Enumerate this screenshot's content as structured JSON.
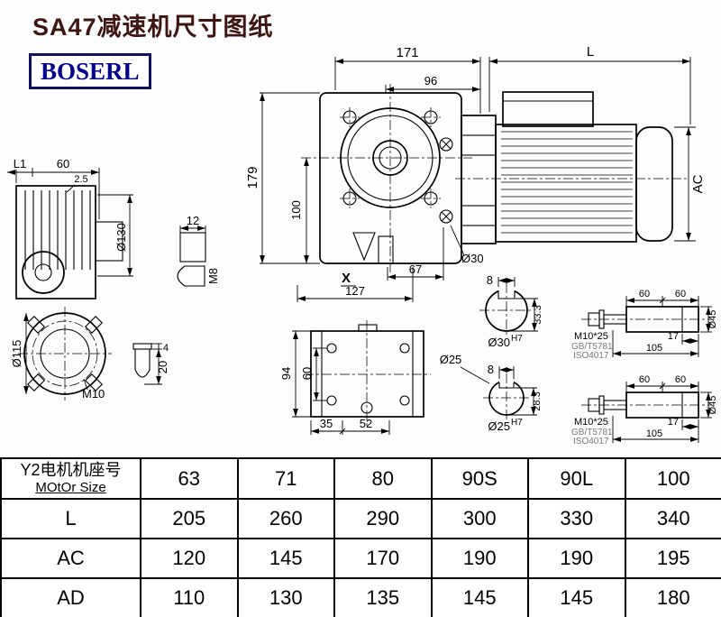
{
  "header": {
    "title": "SA47减速机尺寸图纸",
    "logo": "BOSERL"
  },
  "side_view": {
    "l1": "L1",
    "d60": "60",
    "d25": "2.5",
    "d130": "Ø130"
  },
  "key_view": {
    "d12": "12",
    "m8": "M8"
  },
  "flange_view": {
    "d115": "Ø115",
    "m10": "M10"
  },
  "nipple_view": {
    "d4": "4",
    "d20": "20"
  },
  "front_view": {
    "d171": "171",
    "d96": "96",
    "d179": "179",
    "d100": "100",
    "d67": "67",
    "d127": "127",
    "x_label": "X",
    "d30": "Ø30"
  },
  "motor_view": {
    "l": "L",
    "ac": "AC"
  },
  "bottom_view": {
    "d94": "94",
    "d60": "60",
    "d35": "35",
    "d52": "52"
  },
  "section30": {
    "d8": "8",
    "d333": "33.3",
    "fit": "Ø30",
    "fit_sup": "H7"
  },
  "section25": {
    "d25": "Ø25",
    "d8": "8",
    "d283": "28.3",
    "fit": "Ø25",
    "fit_sup": "H7"
  },
  "shaft_end_1": {
    "d60a": "60",
    "d60b": "60",
    "d17": "17",
    "d105": "105",
    "d45": "Ø45",
    "bolt": "M10*25",
    "std_gb": "GB/T5781",
    "std_iso": "ISO4017"
  },
  "shaft_end_2": {
    "d60a": "60",
    "d60b": "60",
    "d17": "17",
    "d105": "105",
    "d45": "Ø45",
    "bolt": "M10*25",
    "std_gb": "GB/T5781",
    "std_iso": "ISO4017"
  },
  "table": {
    "motor_label_cn": "Y2电机机座号",
    "motor_label_en": "MOtOr Size",
    "sizes": [
      "63",
      "71",
      "80",
      "90S",
      "90L",
      "100"
    ],
    "rows": [
      {
        "label": "L",
        "values": [
          "205",
          "260",
          "290",
          "300",
          "330",
          "340"
        ]
      },
      {
        "label": "AC",
        "values": [
          "120",
          "145",
          "170",
          "190",
          "190",
          "195"
        ]
      },
      {
        "label": "AD",
        "values": [
          "110",
          "130",
          "135",
          "145",
          "145",
          "180"
        ]
      }
    ]
  }
}
